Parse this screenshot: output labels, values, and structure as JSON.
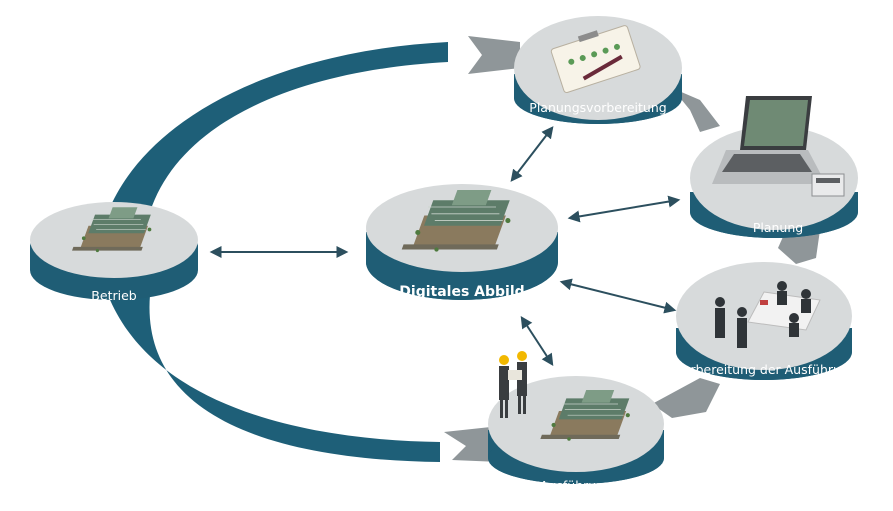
{
  "diagram": {
    "center": {
      "label": "Digitales Abbild"
    },
    "stages": [
      {
        "id": "betrieb",
        "label": "Betrieb"
      },
      {
        "id": "planungsvorbereitung",
        "label": "Planungsvorbereitung"
      },
      {
        "id": "planung",
        "label": "Planung"
      },
      {
        "id": "vorbereitung",
        "label": "Vorbereitung der Ausführung"
      },
      {
        "id": "ausfuehrung",
        "label": "Ausführung"
      }
    ]
  },
  "colors": {
    "band": "#1e5f78",
    "disc_top": "#d7dadb",
    "disc_side": "#1f5d75",
    "ribbon": "#8f9699",
    "arrow": "#2c4f5e",
    "building_roof": "#5d7c69",
    "building_base": "#8a7a5e"
  },
  "icons": {
    "planungsvorbereitung": "clipboard-checklist-icon",
    "planung": "laptop-calculator-icon",
    "vorbereitung": "meeting-table-icon",
    "ausfuehrung": "engineers-building-icon",
    "betrieb": "building-icon",
    "center": "building-icon"
  }
}
